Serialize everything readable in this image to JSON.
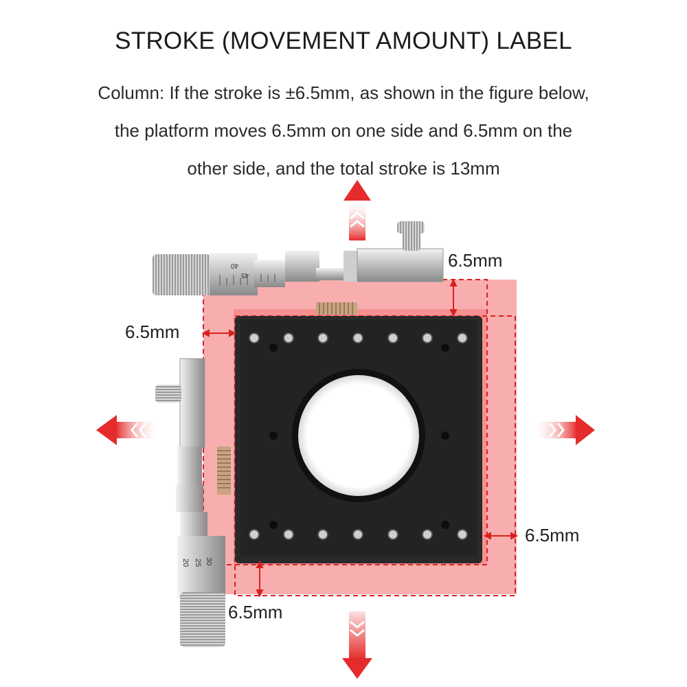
{
  "heading": "STROKE (MOVEMENT AMOUNT) LABEL",
  "description": [
    "Column: If the stroke is ±6.5mm, as shown in the figure below,",
    "the platform moves 6.5mm on one side and 6.5mm on the",
    "other side, and the total stroke is 13mm"
  ],
  "dimensions": {
    "top": "6.5mm",
    "left": "6.5mm",
    "right": "6.5mm",
    "bottom": "6.5mm"
  },
  "micrometer_top_scale": [
    "40",
    "45"
  ],
  "micrometer_left_scale": [
    "30",
    "25",
    "20"
  ],
  "colors": {
    "highlight": "#f05a5a",
    "arrow": "#e52b2b",
    "platform": "#262626"
  }
}
